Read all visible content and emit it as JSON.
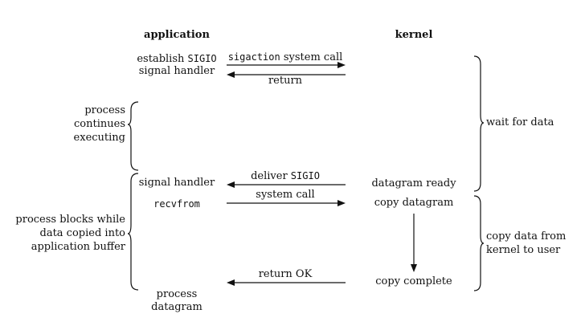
{
  "headers": {
    "application": "application",
    "kernel": "kernel"
  },
  "app": {
    "establish_pre": "establish ",
    "establish_code": "SIGIO",
    "signal_handler_1": "signal handler",
    "signal_handler_2": "signal handler",
    "recvfrom": "recvfrom",
    "process_line1": "process",
    "process_line2": "datagram"
  },
  "arrows": {
    "sigaction_code": "sigaction",
    "sigaction_rest": " system call",
    "return": "return",
    "deliver_pre": "deliver ",
    "deliver_code": "SIGIO",
    "system_call": "system call",
    "return_ok": "return OK"
  },
  "kernel": {
    "datagram_ready": "datagram ready",
    "copy_datagram": "copy datagram",
    "copy_complete": "copy complete"
  },
  "left_notes": {
    "continues": [
      "process",
      "continues",
      "executing"
    ],
    "blocks": [
      "process blocks while",
      "data copied into",
      "application buffer"
    ]
  },
  "right_notes": {
    "wait": "wait for data",
    "copy": [
      "copy data from",
      "kernel to user"
    ]
  }
}
